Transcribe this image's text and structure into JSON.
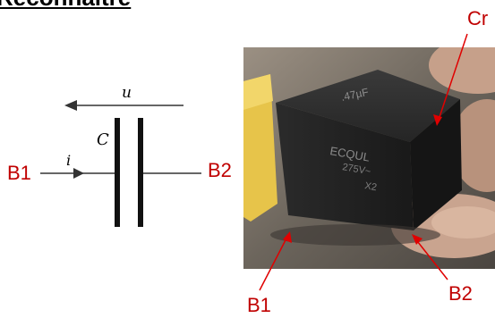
{
  "title": "Reconnaître",
  "schematic": {
    "voltage_symbol": "u",
    "current_symbol": "i",
    "component_symbol": "C",
    "left_label": "B1",
    "right_label": "B2"
  },
  "photo": {
    "marking_value": ".47µF",
    "marking_brand": "ECQUL",
    "marking_voltage": "275V~",
    "marking_class": "X2"
  },
  "photo_labels": {
    "top_right": "Cr",
    "bottom_left": "B1",
    "bottom_right": "B2"
  },
  "colors": {
    "label": "#c00000",
    "capacitor": "#1b1b1b"
  }
}
